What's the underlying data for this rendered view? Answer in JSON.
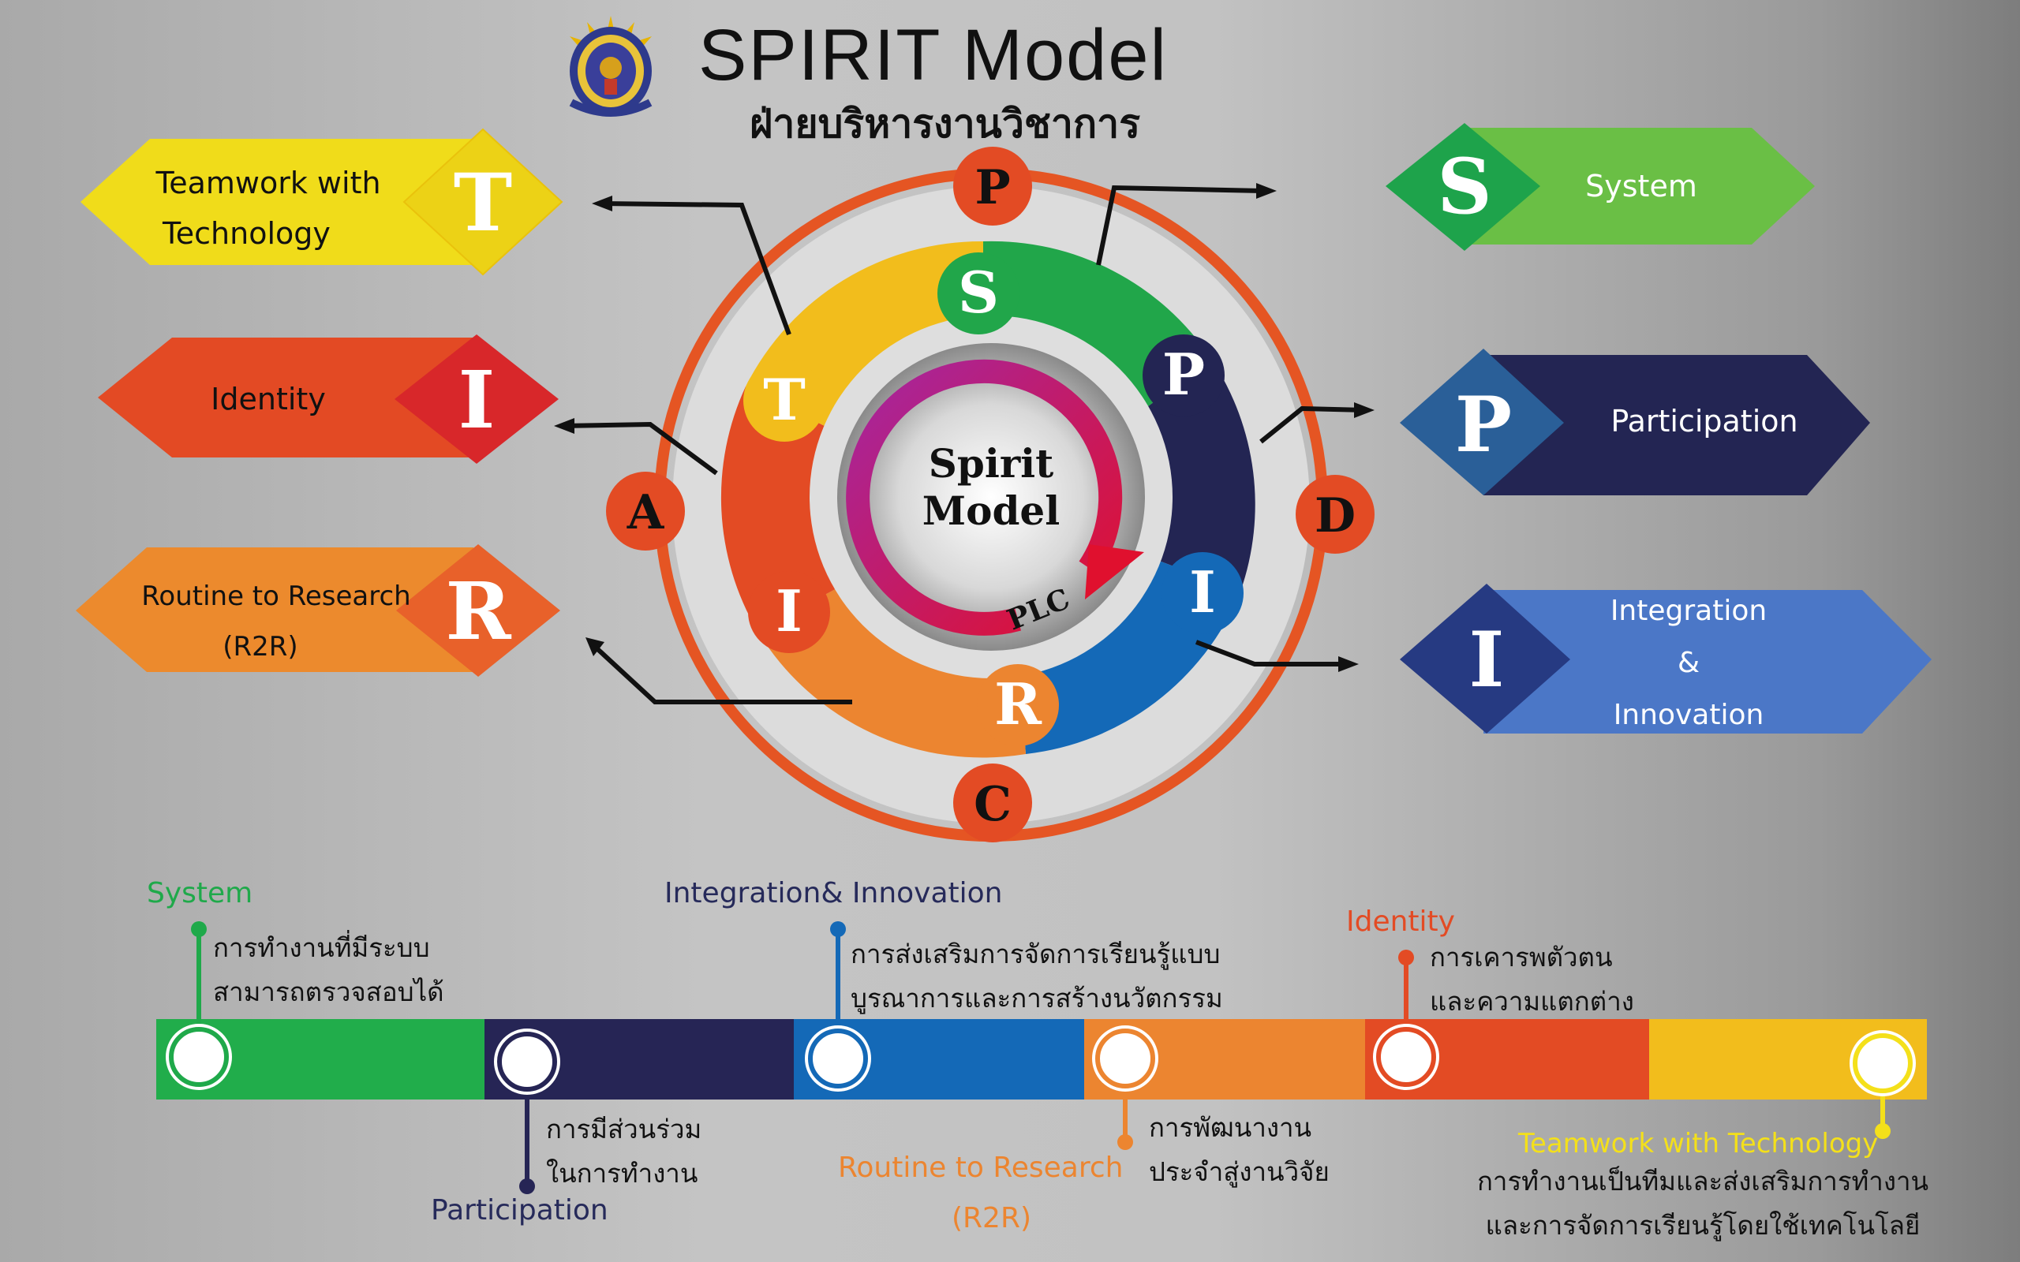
{
  "header": {
    "title": "SPIRIT  Model",
    "subtitle": "ฝ่ายบริหารงานวิชาการ",
    "seal": "school-seal-emblem"
  },
  "center": {
    "line1": "Spirit",
    "line2": "Model",
    "cycle_label": "PLC",
    "pdca": [
      "P",
      "D",
      "C",
      "A"
    ],
    "segments": [
      "S",
      "P",
      "I",
      "R",
      "I",
      "T"
    ]
  },
  "left_arrows": [
    {
      "letter": "T",
      "text_lines": [
        "Teamwork with",
        "Technology"
      ],
      "color": "#f0dc1a"
    },
    {
      "letter": "I",
      "text_lines": [
        "Identity"
      ],
      "color": "#e34a24"
    },
    {
      "letter": "R",
      "text_lines": [
        "Routine to Research",
        "(R2R)"
      ],
      "color": "#ec8a2d"
    }
  ],
  "right_arrows": [
    {
      "letter": "S",
      "text_lines": [
        "System"
      ],
      "color": "#6abf45"
    },
    {
      "letter": "P",
      "text_lines": [
        "Participation"
      ],
      "color": "#232553"
    },
    {
      "letter": "I",
      "text_lines": [
        "Integration",
        "&",
        "Innovation"
      ],
      "color": "#4b77c7"
    }
  ],
  "timeline": {
    "colors": [
      "#21ad4b",
      "#262555",
      "#1469b7",
      "#ec8530",
      "#e34b24",
      "#f2bd1c"
    ],
    "items": [
      {
        "title": "System",
        "title_color": "#1fa94a",
        "lines": [
          "การทำงานที่มีระบบ",
          "สามารถตรวจสอบได้"
        ]
      },
      {
        "title": "Participation",
        "title_color": "#262a5a",
        "lines": [
          "การมีส่วนร่วม",
          "ในการทำงาน"
        ]
      },
      {
        "title": "Integration& Innovation",
        "title_color": "#262a5a",
        "lines": [
          "การส่งเสริมการจัดการเรียนรู้แบบ",
          "บูรณาการและการสร้างนวัตกรรม"
        ]
      },
      {
        "title": "Routine to Research",
        "title2": "(R2R)",
        "title_color": "#ec8530",
        "lines": [
          "การพัฒนางาน",
          "ประจำสู่งานวิจัย"
        ]
      },
      {
        "title": "Identity",
        "title_color": "#e34b24",
        "lines": [
          "การเคารพตัวตน",
          "และความแตกต่าง"
        ]
      },
      {
        "title": "Teamwork with Technology",
        "title_color": "#f4e01a",
        "lines": [
          "การทำงานเป็นทีมและส่งเสริมการทำงาน",
          "และการจัดการเรียนรู้โดยใช้เทคโนโลยี"
        ]
      }
    ]
  }
}
